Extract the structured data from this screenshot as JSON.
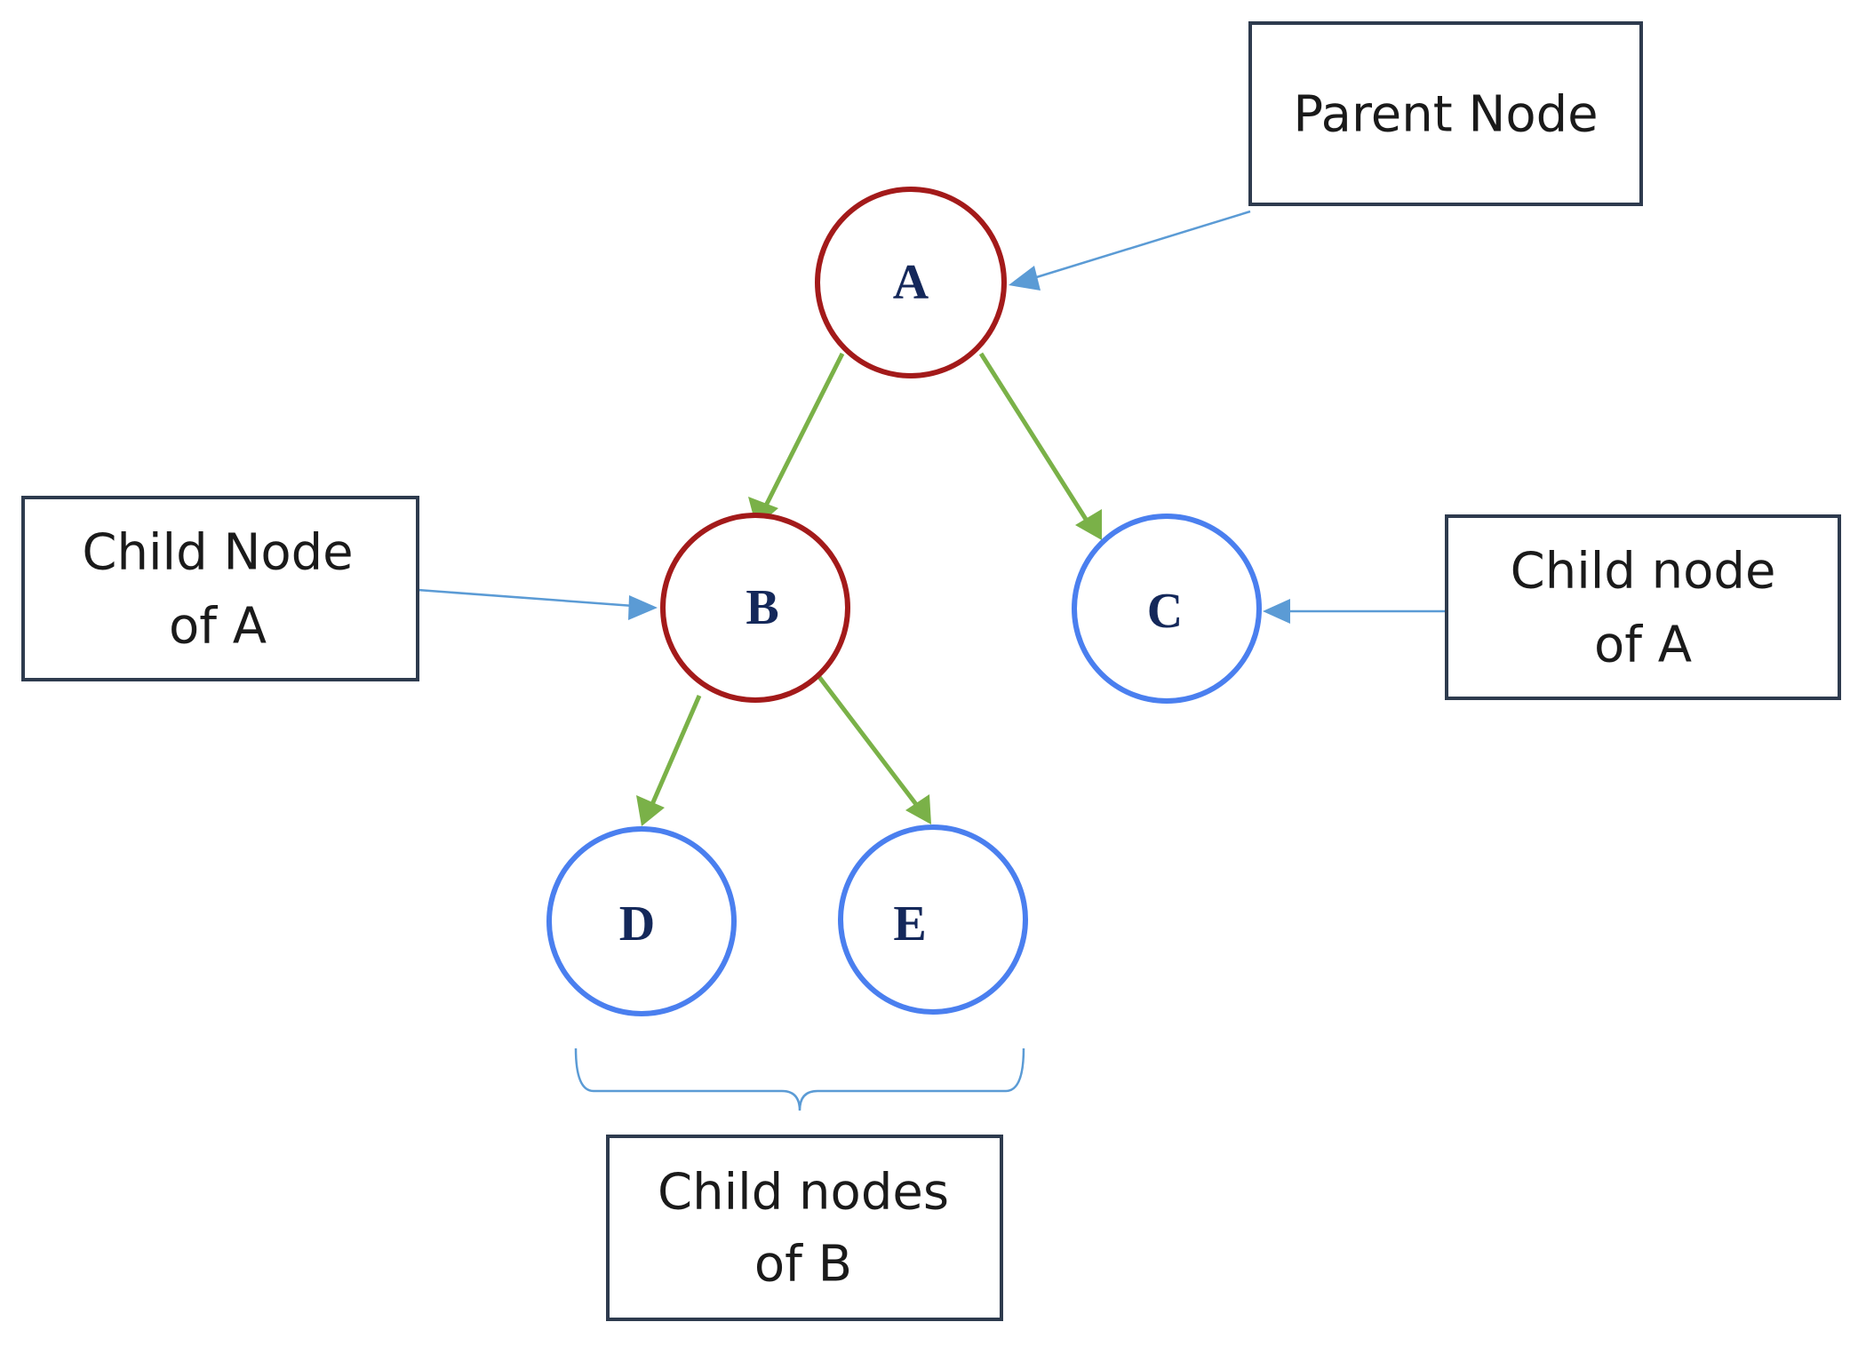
{
  "nodes": {
    "a": {
      "label": "A"
    },
    "b": {
      "label": "B"
    },
    "c": {
      "label": "C"
    },
    "d": {
      "label": "D"
    },
    "e": {
      "label": "E"
    }
  },
  "boxes": {
    "parent": {
      "lines": [
        "Parent Node"
      ]
    },
    "child_left": {
      "lines": [
        "Child Node",
        "of A"
      ]
    },
    "child_right": {
      "lines": [
        "Child node",
        "of A"
      ]
    },
    "child_bottom": {
      "lines": [
        "Child nodes",
        "of B"
      ]
    }
  },
  "colors": {
    "parent_node_stroke": "#a31a1a",
    "leaf_node_stroke": "#4a7fef",
    "node_text": "#14285a",
    "tree_edge": "#7ab148",
    "annotation_arrow": "#5b9bd5",
    "box_stroke": "#2e3b4e"
  }
}
